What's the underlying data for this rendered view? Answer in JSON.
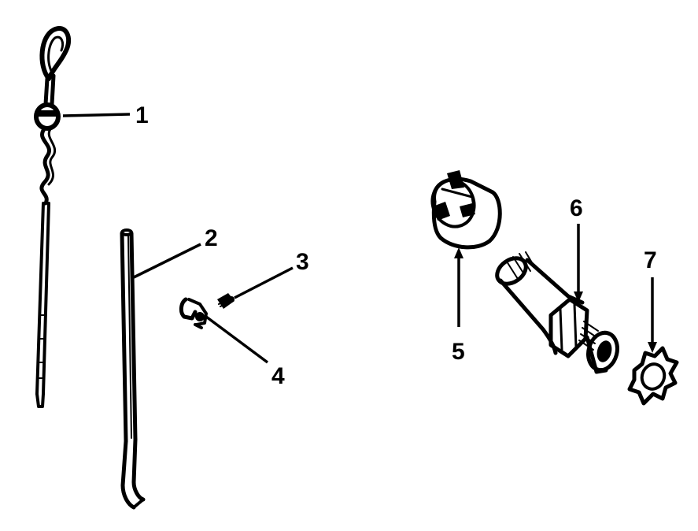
{
  "colors": {
    "ink": "#000000",
    "paper": "#ffffff"
  },
  "callouts": [
    {
      "id": "1",
      "label": "1"
    },
    {
      "id": "2",
      "label": "2"
    },
    {
      "id": "3",
      "label": "3"
    },
    {
      "id": "4",
      "label": "4"
    },
    {
      "id": "5",
      "label": "5"
    },
    {
      "id": "6",
      "label": "6"
    },
    {
      "id": "7",
      "label": "7"
    }
  ],
  "parts": [
    {
      "callout": "1",
      "icon": "dipstick-icon"
    },
    {
      "callout": "2",
      "icon": "dipstick-tube-icon"
    },
    {
      "callout": "3",
      "icon": "screw-icon"
    },
    {
      "callout": "4",
      "icon": "clip-icon"
    },
    {
      "callout": "5",
      "icon": "cap-icon"
    },
    {
      "callout": "6",
      "icon": "elbow-fitting-icon"
    },
    {
      "callout": "7",
      "icon": "lock-washer-icon"
    }
  ]
}
